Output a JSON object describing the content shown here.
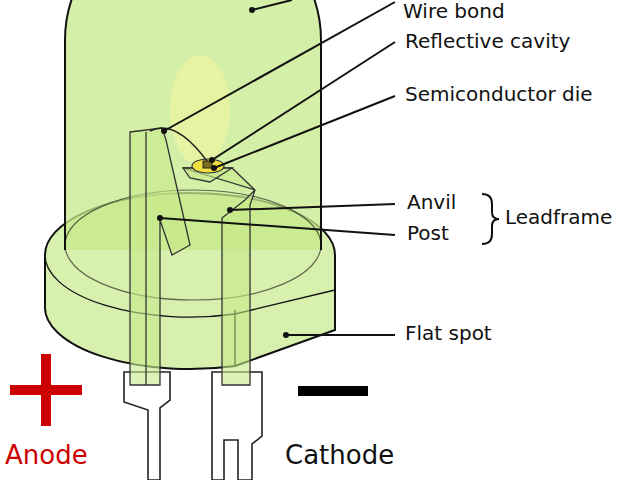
{
  "diagram": {
    "labels": [
      "Wire bond",
      "Reflective cavity",
      "Semiconductor die",
      "Anvil",
      "Post",
      "Leadframe",
      "Flat spot",
      "Anode",
      "Cathode"
    ]
  }
}
